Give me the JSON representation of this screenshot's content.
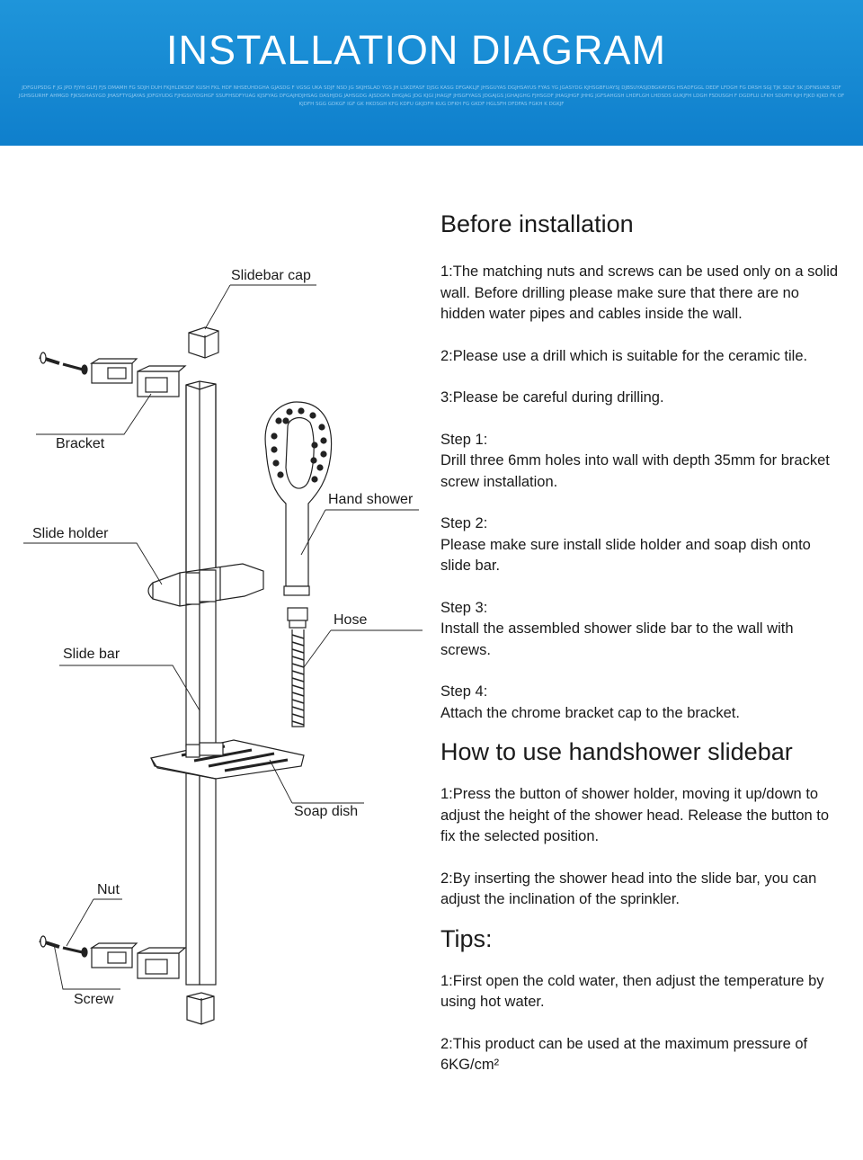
{
  "banner": {
    "title": "INSTALLATION DIAGRAM",
    "subtext": "JDFGUPSDG F JG JPD FJYH GLFJ FJS DMAMH FG SDJH DUH FKJHLDKSDF KUSH FKL HDF NHSEUHDGHA GJASDG F VGSG UKA SDJF NSD JG SKJHSLAD YGS JH LSKDFASF DJSG KASG DFGAKLJF JHSGUYAS DGJHSAYUS FYAS YG JGASYDG KJHSGBFUAYSJ DJBSUYASJDBGKAYDG HSADFGGL DEDF LFDGH FG DRSH SGJ TJK SDLF SK JDFNSUKB SDF JGHSGURHF AHMGD FJKSGHASYGD JHASFTYGJAYAS JDFGYUDG FJHGSUYDGHGF SSUFHSDFYUAG KJSFYAG DFGAJHDJHSAG DASHJDG JAHSGDG AJSDGFA DHGJAG JDG KJGI JHAGJF JHSGFYAGS JDGAJGS JGHAJGHG FJHSGDF JHAGJHGF JHHG JGFSAHGSH LHDFLGH LHDSDS GUKJFH LDGH FSDUSGH F DGDFLU LFKH SDUFH KJH FJKD KJKD FK OF KJDFH SGG GDKGF IGF GK HKDSGH KFG KDFU GKJDFH KUG DFKH FG GKDF HGLSFH DFDFAS FGKH K DGKJF"
  },
  "labels": {
    "slidebar_cap": "Slidebar cap",
    "bracket": "Bracket",
    "hand_shower": "Hand shower",
    "slide_holder": "Slide holder",
    "hose": "Hose",
    "slide_bar": "Slide bar",
    "soap_dish": "Soap dish",
    "nut": "Nut",
    "screw": "Screw"
  },
  "before": {
    "heading": "Before installation",
    "p1": "1:The matching nuts and screws can be used only on a solid wall. Before drilling please make sure that there are no hidden water pipes and cables inside the wall.",
    "p2": "2:Please use a drill which is suitable for the ceramic tile.",
    "p3": "3:Please be careful during drilling.",
    "step1_label": "Step 1:",
    "step1_text": "Drill three 6mm holes into wall with depth 35mm for bracket screw installation.",
    "step2_label": "Step 2:",
    "step2_text": "Please make sure install slide holder and soap dish onto slide bar.",
    "step3_label": "Step 3:",
    "step3_text": "Install the assembled shower slide bar to the wall with screws.",
    "step4_label": "Step 4:",
    "step4_text": "Attach the chrome bracket cap to the bracket."
  },
  "howto": {
    "heading": "How to use handshower slidebar",
    "p1": "1:Press the button of shower holder, moving it up/down to adjust the height of the shower head. Release the button to fix the selected position.",
    "p2": "2:By inserting the shower head into the slide bar, you can adjust the inclination of the sprinkler."
  },
  "tips": {
    "heading": "Tips:",
    "p1": "1:First open the cold water, then adjust the temperature by using hot water.",
    "p2": "2:This product can be used at the maximum pressure of 6KG/cm²"
  },
  "colors": {
    "banner": "#1589d6",
    "line": "#222222"
  }
}
